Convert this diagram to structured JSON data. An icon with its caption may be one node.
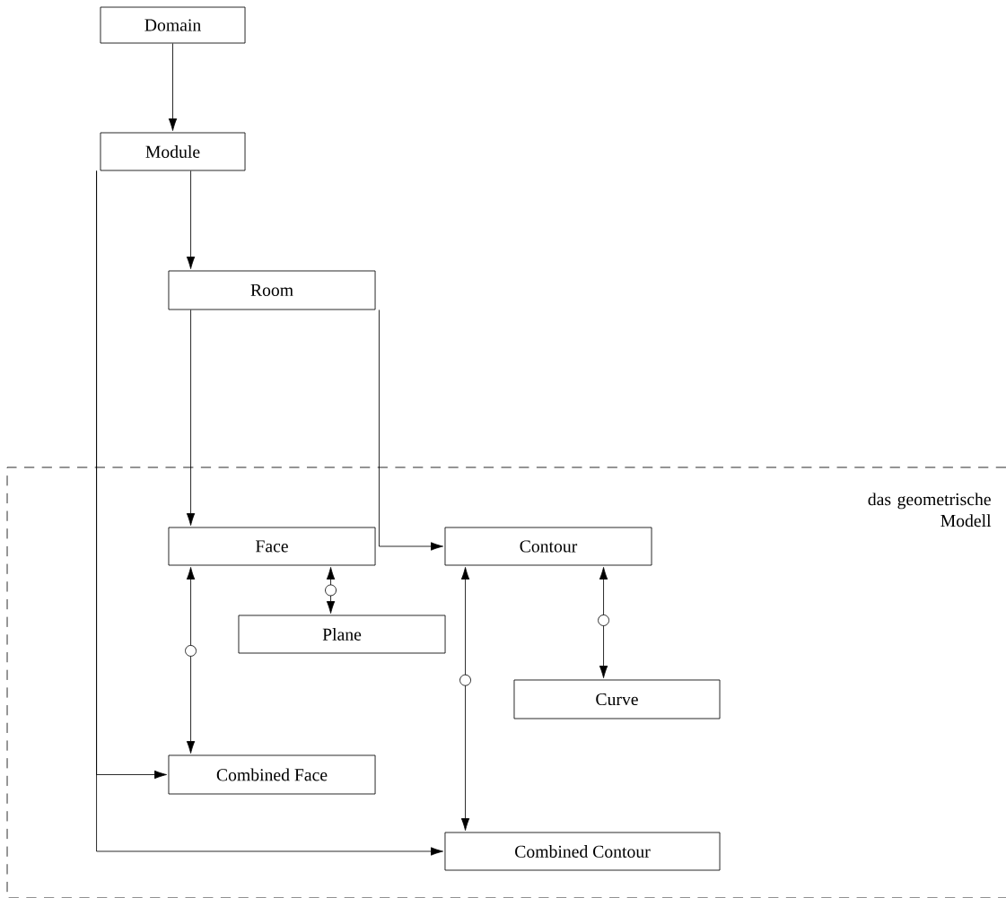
{
  "diagram": {
    "nodes": [
      {
        "text": [
          "Domain"
        ]
      },
      {
        "text": [
          "Module"
        ]
      },
      {
        "text": [
          "Room"
        ]
      },
      {
        "text": [
          "das geometrische Modell"
        ]
      },
      {
        "text": [
          "Face"
        ],
        "in": 3
      },
      {
        "text": [
          "Contour"
        ],
        "in": 3
      },
      {
        "text": [
          "Plane"
        ],
        "in": 3
      },
      {
        "text": [
          "Curve"
        ],
        "in": 3
      },
      {
        "text": [
          "Combined Face"
        ],
        "in": 3
      },
      {
        "text": [
          "Combined Contour"
        ],
        "in": 3
      }
    ],
    "edges": [
      {
        "from": 0,
        "to": 1,
        "arrow": "to"
      },
      {
        "from": 1,
        "to": 2,
        "arrow": "to"
      },
      {
        "from": 1,
        "to": 8,
        "arrow": "to"
      },
      {
        "from": 1,
        "to": 9,
        "arrow": "to"
      },
      {
        "from": 2,
        "to": 4,
        "arrow": "to"
      },
      {
        "from": 2,
        "to": 5,
        "arrow": "to"
      },
      {
        "from": 4,
        "to": 8,
        "arrow": "both"
      },
      {
        "from": 4,
        "to": 6,
        "arrow": "both"
      },
      {
        "from": 5,
        "to": 9,
        "arrow": "both"
      },
      {
        "from": 5,
        "to": 7,
        "arrow": "both"
      }
    ]
  }
}
